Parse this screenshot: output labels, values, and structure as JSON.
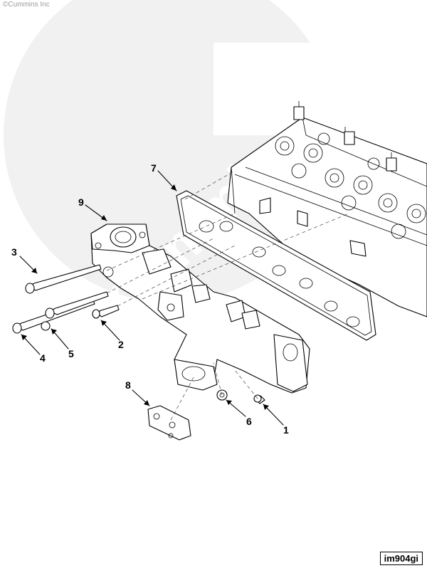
{
  "header": {
    "copyright": "©Cummins Inc"
  },
  "watermark": {
    "text": "Cummins"
  },
  "callouts": [
    {
      "label": "1"
    },
    {
      "label": "2"
    },
    {
      "label": "3"
    },
    {
      "label": "4"
    },
    {
      "label": "5"
    },
    {
      "label": "6"
    },
    {
      "label": "7"
    },
    {
      "label": "8"
    },
    {
      "label": "9"
    }
  ],
  "footer": {
    "figure_id": "im904gi"
  }
}
